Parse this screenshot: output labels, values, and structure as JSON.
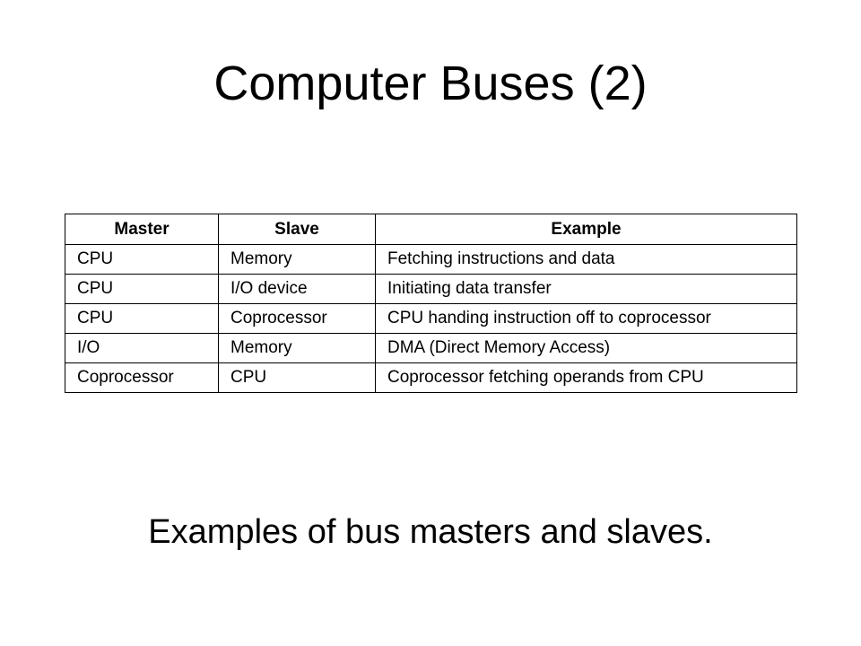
{
  "slide": {
    "title": "Computer Buses (2)",
    "caption": "Examples of bus masters and slaves."
  },
  "table": {
    "headers": [
      "Master",
      "Slave",
      "Example"
    ],
    "rows": [
      [
        "CPU",
        "Memory",
        "Fetching instructions and data"
      ],
      [
        "CPU",
        "I/O device",
        "Initiating data transfer"
      ],
      [
        "CPU",
        "Coprocessor",
        "CPU handing instruction off to coprocessor"
      ],
      [
        "I/O",
        "Memory",
        "DMA (Direct Memory Access)"
      ],
      [
        "Coprocessor",
        "CPU",
        "Coprocessor fetching operands from CPU"
      ]
    ]
  }
}
